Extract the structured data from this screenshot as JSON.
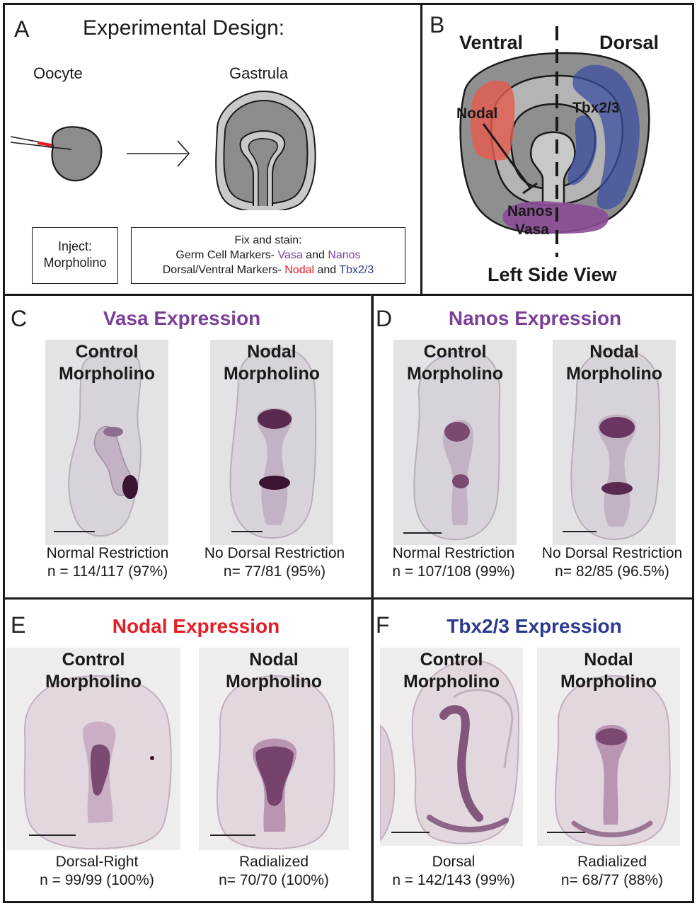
{
  "colors": {
    "vasa": "#7b3f98",
    "nanos": "#7b3f98",
    "nodal": "#e41e26",
    "tbx": "#2b3a8f",
    "stain": "#4a1f3a"
  },
  "panelA": {
    "letter": "A",
    "title": "Experimental Design:",
    "oocyte_label": "Oocyte",
    "gastrula_label": "Gastrula",
    "inject_line1": "Inject:",
    "inject_line2": "Morpholino",
    "fix_title": "Fix and stain:",
    "germ_prefix": "Germ Cell Markers- ",
    "germ_marker1": "Vasa",
    "germ_and": " and ",
    "germ_marker2": "Nanos",
    "dv_prefix": "Dorsal/Ventral Markers- ",
    "dv_marker1": "Nodal",
    "dv_and": " and ",
    "dv_marker2": "Tbx2/3"
  },
  "panelB": {
    "letter": "B",
    "ventral": "Ventral",
    "dorsal": "Dorsal",
    "nodal": "Nodal",
    "tbx": "Tbx2/3",
    "nanos": "Nanos",
    "vasa": "Vasa",
    "view": "Left Side View"
  },
  "panelC": {
    "letter": "C",
    "title": "Vasa Expression",
    "left": {
      "line1": "Control",
      "line2": "Morpholino",
      "result": "Normal Restriction",
      "count": "n = 114/117 (97%)"
    },
    "right": {
      "line1": "Nodal",
      "line2": "Morpholino",
      "result": "No Dorsal Restriction",
      "count": "n= 77/81 (95%)"
    }
  },
  "panelD": {
    "letter": "D",
    "title": "Nanos Expression",
    "left": {
      "line1": "Control",
      "line2": "Morpholino",
      "result": "Normal Restriction",
      "count": "n = 107/108 (99%)"
    },
    "right": {
      "line1": "Nodal",
      "line2": "Morpholino",
      "result": "No Dorsal Restriction",
      "count": "n= 82/85 (96.5%)"
    }
  },
  "panelE": {
    "letter": "E",
    "title": "Nodal Expression",
    "left": {
      "line1": "Control",
      "line2": "Morpholino",
      "result": "Dorsal-Right",
      "count": "n = 99/99 (100%)"
    },
    "right": {
      "line1": "Nodal",
      "line2": "Morpholino",
      "result": "Radialized",
      "count": "n= 70/70 (100%)"
    }
  },
  "panelF": {
    "letter": "F",
    "title": "Tbx2/3 Expression",
    "left": {
      "line1": "Control",
      "line2": "Morpholino",
      "result": "Dorsal",
      "count": "n = 142/143 (99%)"
    },
    "right": {
      "line1": "Nodal",
      "line2": "Morpholino",
      "result": "Radialized",
      "count": "n= 68/77 (88%)"
    }
  }
}
